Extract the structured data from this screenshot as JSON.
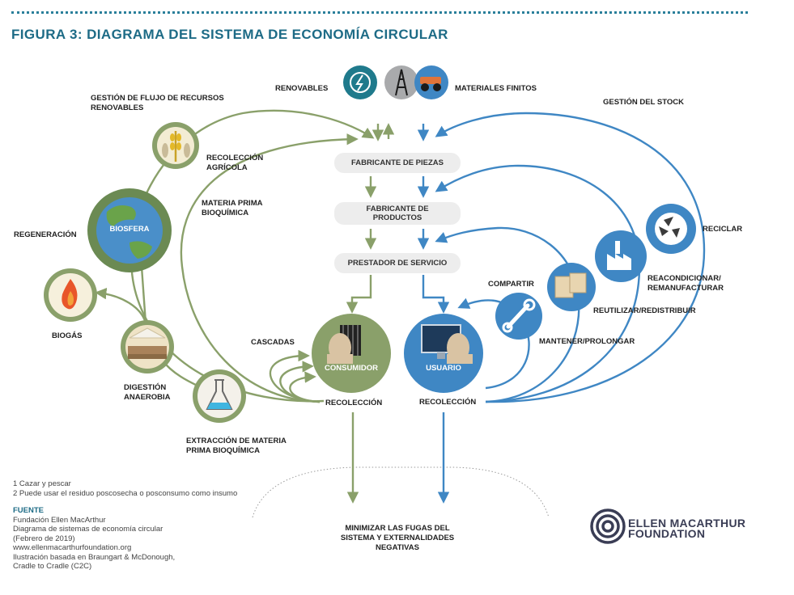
{
  "title": "FIGURA 3: DIAGRAMA DEL SISTEMA DE ECONOMÍA CIRCULAR",
  "top": {
    "renovables": "RENOVABLES",
    "materiales_finitos": "MATERIALES FINITOS"
  },
  "left": {
    "gestion_flujo": "GESTIÓN DE FLUJO DE RECURSOS RENOVABLES",
    "recoleccion_agricola": "RECOLECCIÓN AGRÍCOLA",
    "materia_prima": "MATERIA PRIMA BIOQUÍMICA",
    "biosfera": "BIOSFERA",
    "regeneracion": "REGENERACIÓN",
    "biogas": "BIOGÁS",
    "digestion": "DIGESTIÓN ANAEROBIA",
    "extraccion": "EXTRACCIÓN DE MATERIA PRIMA BIOQUÍMICA",
    "cascadas": "CASCADAS",
    "consumidor": "CONSUMIDOR",
    "recoleccion": "RECOLECCIÓN"
  },
  "center": {
    "fabricante_piezas": "FABRICANTE DE PIEZAS",
    "fabricante_productos": "FABRICANTE DE PRODUCTOS",
    "prestador": "PRESTADOR DE SERVICIO",
    "minimizar": "MINIMIZAR LAS FUGAS DEL SISTEMA Y EXTERNALIDADES NEGATIVAS"
  },
  "right": {
    "gestion_stock": "GESTIÓN DEL STOCK",
    "reciclar": "RECICLAR",
    "reacondicionar": "REACONDICIONAR/ REMANUFACTURAR",
    "reutilizar": "REUTILIZAR/REDISTRIBUIR",
    "compartir": "COMPARTIR",
    "mantener": "MANTENER/PROLONGAR",
    "usuario": "USUARIO",
    "recoleccion": "RECOLECCIÓN"
  },
  "notes": {
    "n1": "1 Cazar y pescar",
    "n2": "2 Puede usar el residuo poscosecha o posconsumo como insumo"
  },
  "source": {
    "heading": "FUENTE",
    "l1": "Fundación Ellen MacArthur",
    "l2": "Diagrama de sistemas de economía circular",
    "l3": "(Febrero de 2019)",
    "l4": "www.ellenmacarthurfoundation.org",
    "l5": "Ilustración basada en Braungart & McDonough,",
    "l6": "Cradle to Cradle (C2C)"
  },
  "brand": {
    "line1": "ELLEN MACARTHUR",
    "line2": "FOUNDATION"
  },
  "colors": {
    "green": "#8aa06a",
    "blue": "#3f87c4",
    "dark_green_circle": "#6b8a53",
    "title_blue": "#1d6b86",
    "box_gray": "#ededed"
  }
}
